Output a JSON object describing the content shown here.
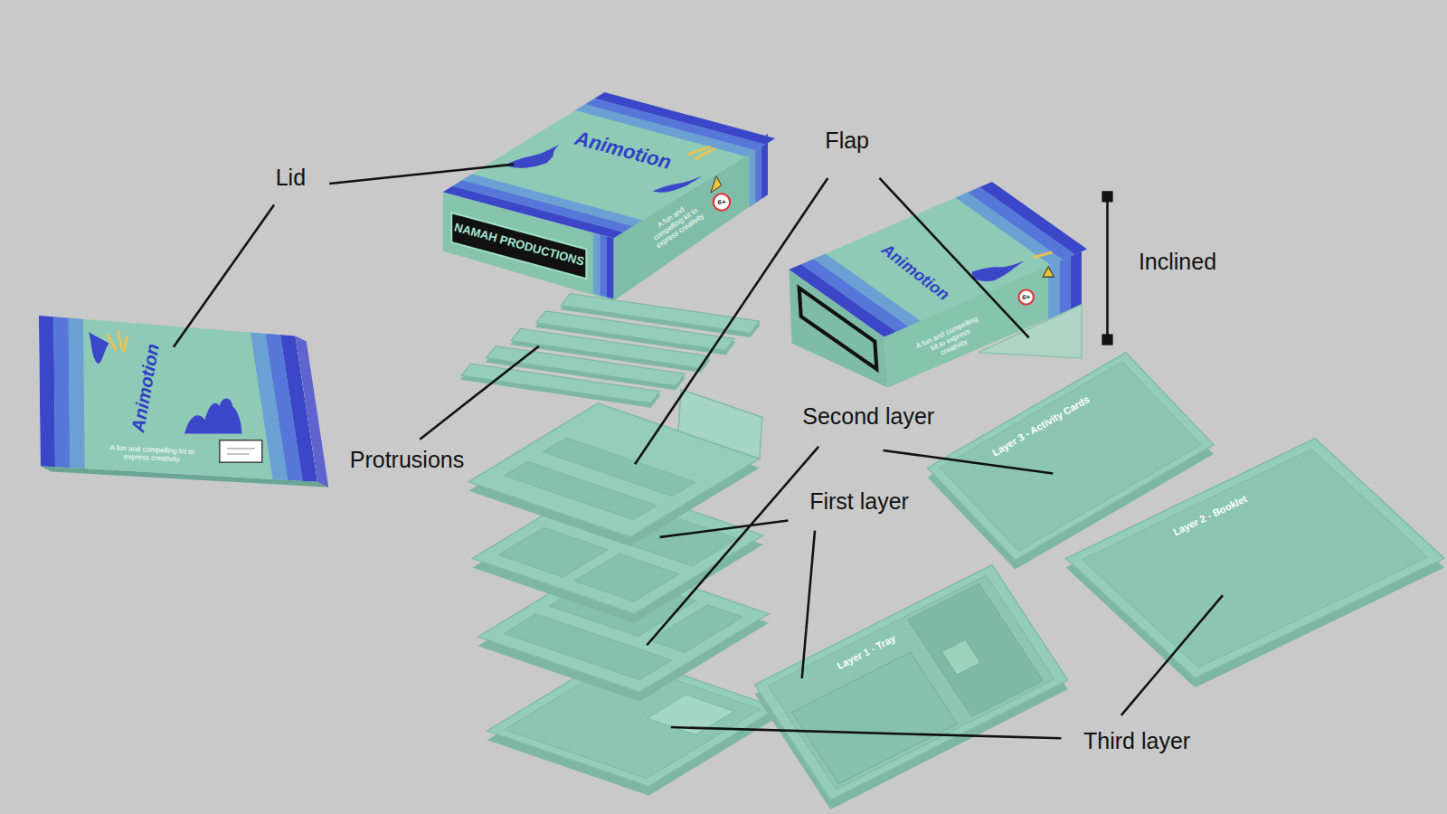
{
  "diagram": {
    "labels": [
      "Lid",
      "Animotion",
      "NAMAH PRODUCTIONS",
      "A fun and compelling kit to express creativity",
      "6+",
      "Flap",
      "Animotion",
      "A fun and compelling kit to express creativity",
      "6+",
      "Inclined",
      "Animotion",
      "A fun and compelling kit to express creativity",
      "Protrusions",
      "Second layer",
      "Layer 3 - Activity Cards",
      "First layer",
      "Layer 2 - Booklet",
      "Layer 1 - Tray",
      "Third layer"
    ]
  }
}
